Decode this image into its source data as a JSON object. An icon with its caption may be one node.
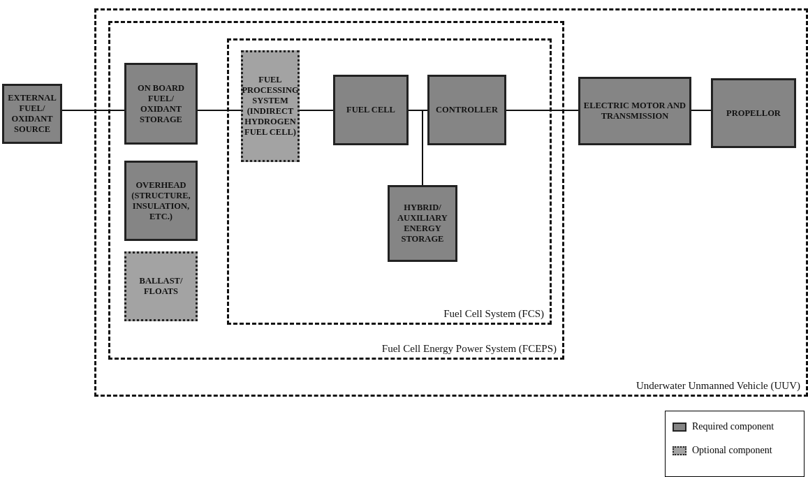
{
  "diagram": {
    "nodes": [
      {
        "text": [
          "Underwater Unmanned Vehicle (UUV)"
        ]
      },
      {
        "text": [
          "Fuel Cell Energy Power System (FCEPS)"
        ],
        "in": 0
      },
      {
        "text": [
          "Fuel Cell System (FCS)"
        ],
        "in": 1
      },
      {
        "text": [
          "EXTERNAL FUEL/ OXIDANT SOURCE"
        ]
      },
      {
        "text": [
          "ON BOARD FUEL/ OXIDANT STORAGE"
        ],
        "in": 1
      },
      {
        "text": [
          "OVERHEAD (STRUCTURE, INSULATION, ETC.)"
        ],
        "in": 1
      },
      {
        "text": [
          "BALLAST/ FLOATS"
        ],
        "in": 1
      },
      {
        "text": [
          "FUEL PROCESSING SYSTEM (INDIRECT HYDROGEN FUEL CELL)"
        ],
        "in": 2
      },
      {
        "text": [
          "FUEL CELL"
        ],
        "in": 2
      },
      {
        "text": [
          "CONTROLLER"
        ],
        "in": 2
      },
      {
        "text": [
          "HYBRID/ AUXILIARY ENERGY STORAGE"
        ],
        "in": 2
      },
      {
        "text": [
          "ELECTRIC MOTOR AND TRANSMISSION"
        ],
        "in": 0
      },
      {
        "text": [
          "PROPELLOR"
        ],
        "in": 0
      }
    ],
    "edges": [
      {
        "from": 3,
        "to": 4,
        "arrow": "none"
      },
      {
        "from": 4,
        "to": 7,
        "arrow": "none"
      },
      {
        "from": 7,
        "to": 8,
        "arrow": "none"
      },
      {
        "from": 8,
        "to": 9,
        "arrow": "none"
      },
      {
        "from": 8,
        "to": 10,
        "arrow": "none"
      },
      {
        "from": 9,
        "to": 10,
        "arrow": "none"
      },
      {
        "from": 9,
        "to": 11,
        "arrow": "none"
      },
      {
        "from": 11,
        "to": 12,
        "arrow": "none"
      }
    ],
    "legend": [
      {
        "text": "Required component",
        "color": "#858585"
      },
      {
        "text": "Optional component",
        "color": "#a3a3a3"
      }
    ]
  }
}
